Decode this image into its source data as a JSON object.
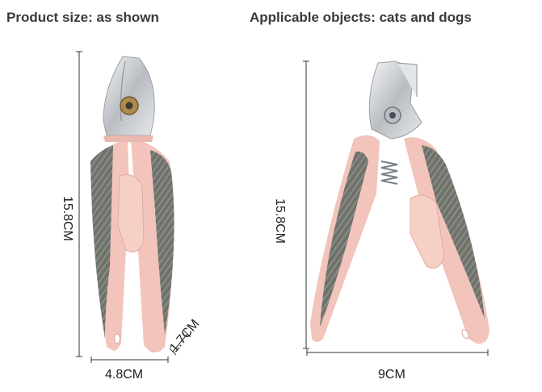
{
  "captions": {
    "left": "Product size: as shown",
    "right": "Applicable objects: cats and dogs"
  },
  "dimensions": {
    "left_height": "15.8CM",
    "left_width": "4.8CM",
    "left_depth": "1.7CM",
    "right_height": "15.8CM",
    "right_width": "9CM"
  },
  "colors": {
    "handle_pink": "#f2c4bc",
    "grip_gray": "#6d7169",
    "blade_steel": "#cfd2d6",
    "dimension_line": "#333333"
  }
}
